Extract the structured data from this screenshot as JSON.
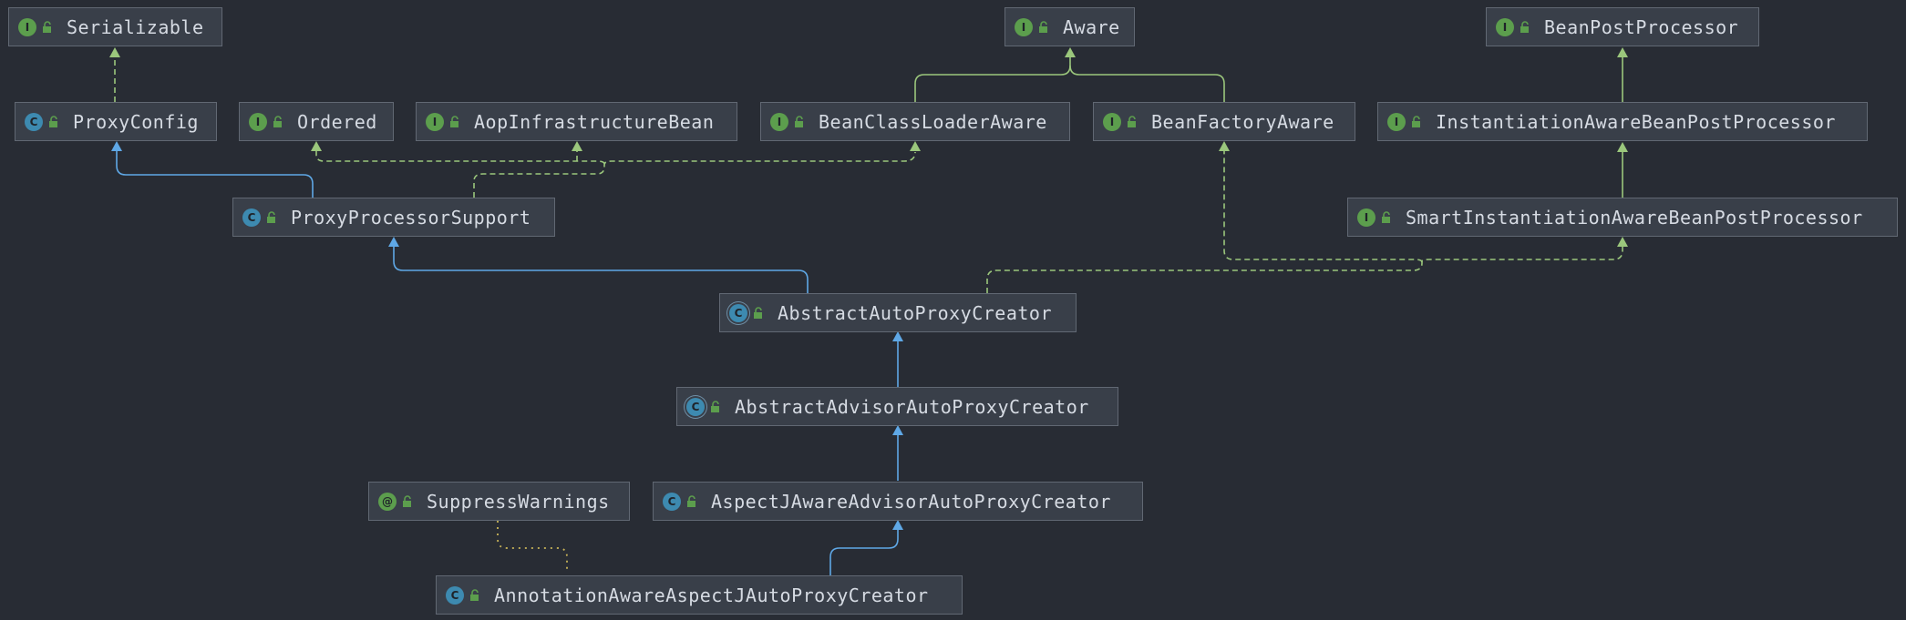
{
  "colors": {
    "background": "#282c34",
    "node_fill": "#393f49",
    "node_border": "#616873",
    "text": "#d6dbe3",
    "interface_badge": "#5c9e4d",
    "class_badge": "#3d8ab0",
    "implements_edge": "#9bc77c",
    "extends_edge": "#5fa8e6",
    "annotation_edge": "#c9b458"
  },
  "badges": {
    "interface": "I",
    "class": "C",
    "annotation": "@"
  },
  "nodes": {
    "serializable": "Serializable",
    "aware": "Aware",
    "bean_post_processor": "BeanPostProcessor",
    "proxy_config": "ProxyConfig",
    "ordered": "Ordered",
    "aop_infrastructure_bean": "AopInfrastructureBean",
    "bean_class_loader_aware": "BeanClassLoaderAware",
    "bean_factory_aware": "BeanFactoryAware",
    "instantiation_aware_bean_post_processor": "InstantiationAwareBeanPostProcessor",
    "proxy_processor_support": "ProxyProcessorSupport",
    "smart_instantiation_aware_bean_post_processor": "SmartInstantiationAwareBeanPostProcessor",
    "abstract_auto_proxy_creator": "AbstractAutoProxyCreator",
    "abstract_advisor_auto_proxy_creator": "AbstractAdvisorAutoProxyCreator",
    "suppress_warnings": "SuppressWarnings",
    "aspectj_aware_advisor_auto_proxy_creator": "AspectJAwareAdvisorAutoProxyCreator",
    "annotation_aware_aspectj_auto_proxy_creator": "AnnotationAwareAspectJAutoProxyCreator"
  }
}
